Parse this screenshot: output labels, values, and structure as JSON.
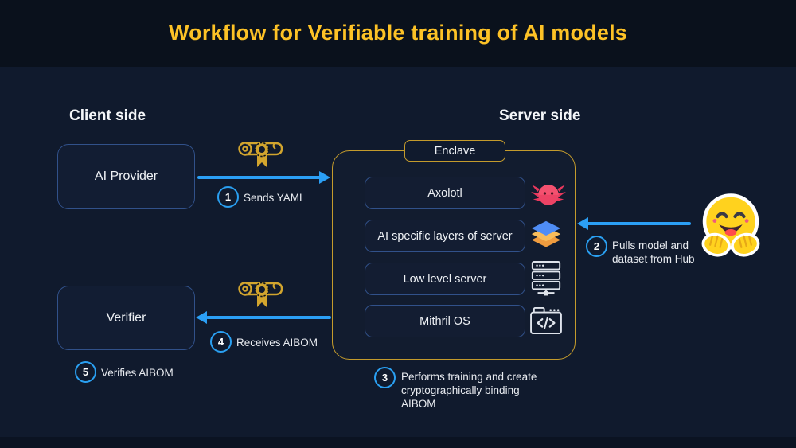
{
  "title": "Workflow for Verifiable training of AI models",
  "sections": {
    "client": "Client side",
    "server": "Server side"
  },
  "nodes": {
    "ai_provider": "AI Provider",
    "verifier": "Verifier",
    "enclave_tab": "Enclave",
    "enclave_components": [
      {
        "label": "Axolotl",
        "icon": "axolotl-icon"
      },
      {
        "label": "AI specific layers of server",
        "icon": "layers-icon"
      },
      {
        "label": "Low level server",
        "icon": "server-rack-icon"
      },
      {
        "label": "Mithril OS",
        "icon": "code-window-icon"
      }
    ],
    "hub_icon": "hugging-face-icon",
    "certificate_icon": "certificate-icon"
  },
  "steps": [
    {
      "num": "1",
      "text": "Sends YAML"
    },
    {
      "num": "2",
      "text": "Pulls model and\ndataset from Hub"
    },
    {
      "num": "3",
      "text": "Performs training and create\ncryptographically binding\nAIBOM"
    },
    {
      "num": "4",
      "text": "Receives AIBOM"
    },
    {
      "num": "5",
      "text": "Verifies AIBOM"
    }
  ],
  "colors": {
    "background": "#101a2d",
    "header_band": "#0a111c",
    "title_gold": "#fdc226",
    "enclave_gold": "#c49b2c",
    "box_border_blue": "#31518a",
    "arrow_blue": "#2b9ff5",
    "hugging_face_yellow": "#ffd21e"
  }
}
